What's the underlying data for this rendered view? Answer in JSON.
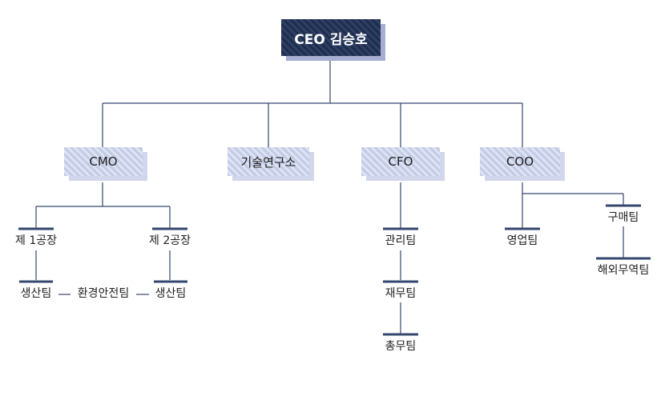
{
  "org": {
    "ceo": "CEO 김승호",
    "departments": {
      "cmo": "CMO",
      "lab": "기술연구소",
      "cfo": "CFO",
      "coo": "COO"
    },
    "cmo_children": {
      "factory1": "제 1공장",
      "factory2": "제 2공장",
      "production1": "생산팀",
      "environment_safety": "환경안전팀",
      "production2": "생산팀"
    },
    "cfo_children": {
      "management": "관리팀",
      "finance": "재무팀",
      "general_affairs": "총무팀"
    },
    "coo_children": {
      "sales": "영업팀",
      "purchasing": "구매팀",
      "overseas_trade": "해외무역팀"
    }
  },
  "colors": {
    "ceo_fill": "#26365a",
    "ceo_shadow": "#a6aed1",
    "dept_fill": "#cfd5ec",
    "dept_shadow": "#d2d6ec",
    "line": "#34466e"
  }
}
